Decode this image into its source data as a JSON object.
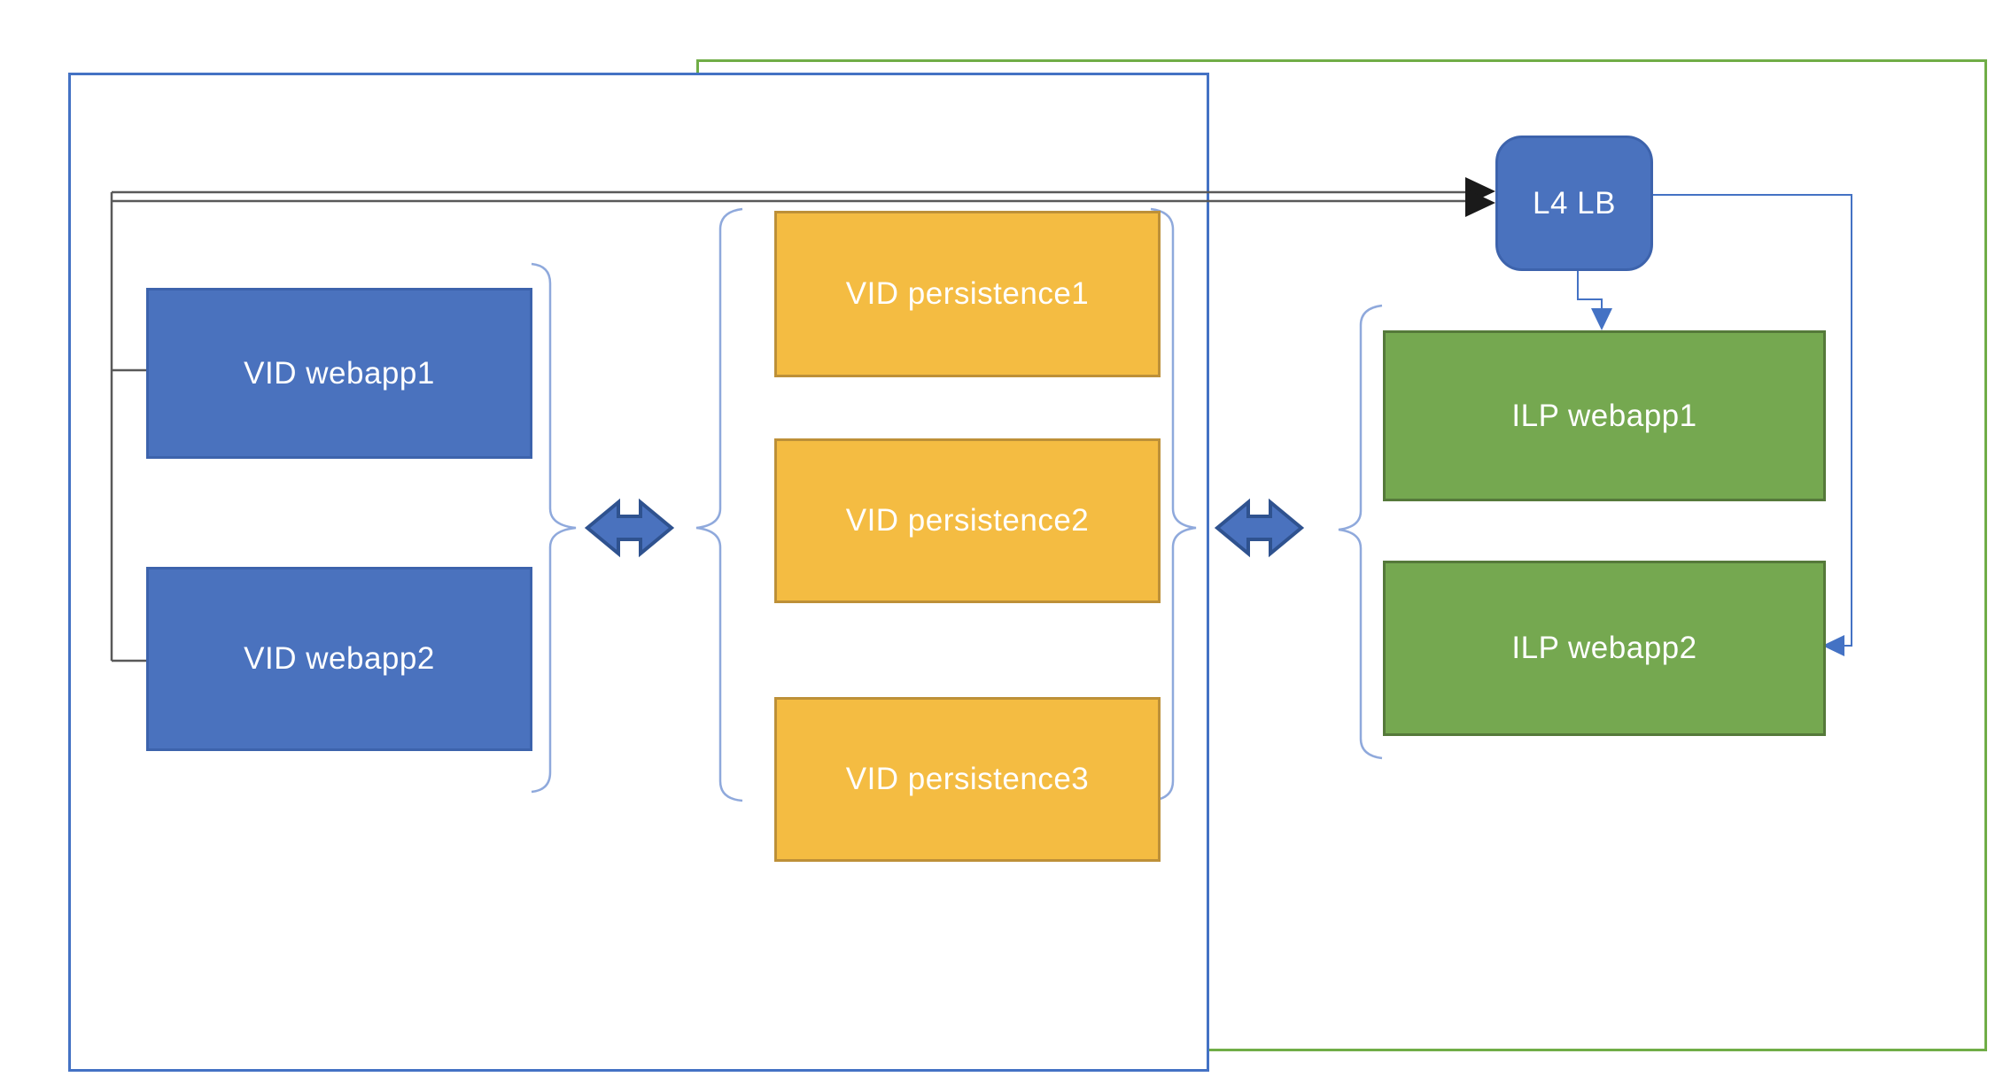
{
  "diagram": {
    "nodes": {
      "vid_webapp1": {
        "label": "VID webapp1"
      },
      "vid_webapp2": {
        "label": "VID webapp2"
      },
      "vid_persistence1": {
        "label": "VID persistence1"
      },
      "vid_persistence2": {
        "label": "VID persistence2"
      },
      "vid_persistence3": {
        "label": "VID persistence3"
      },
      "l4_lb": {
        "label": "L4 LB"
      },
      "ilp_webapp1": {
        "label": "ILP webapp1"
      },
      "ilp_webapp2": {
        "label": "ILP webapp2"
      }
    },
    "colors": {
      "blue_fill": "#4A72BE",
      "blue_border": "#3D63AC",
      "blue_border2": "#3D63AC",
      "orange_fill": "#F4BC42",
      "orange_border": "#BD9038",
      "green_fill": "#75A850",
      "green_border": "#55793A",
      "frame_blue": "#4472C4",
      "frame_green": "#70AD47",
      "connector_blue": "#4472C4",
      "connector_dark": "#595959",
      "connector_head": "#1a1a1a",
      "brace_blue": "#8FA9DC",
      "arrow_fill": "#4A72BE",
      "arrow_border": "#2F528F",
      "text_white": "#FFFFFF"
    }
  }
}
